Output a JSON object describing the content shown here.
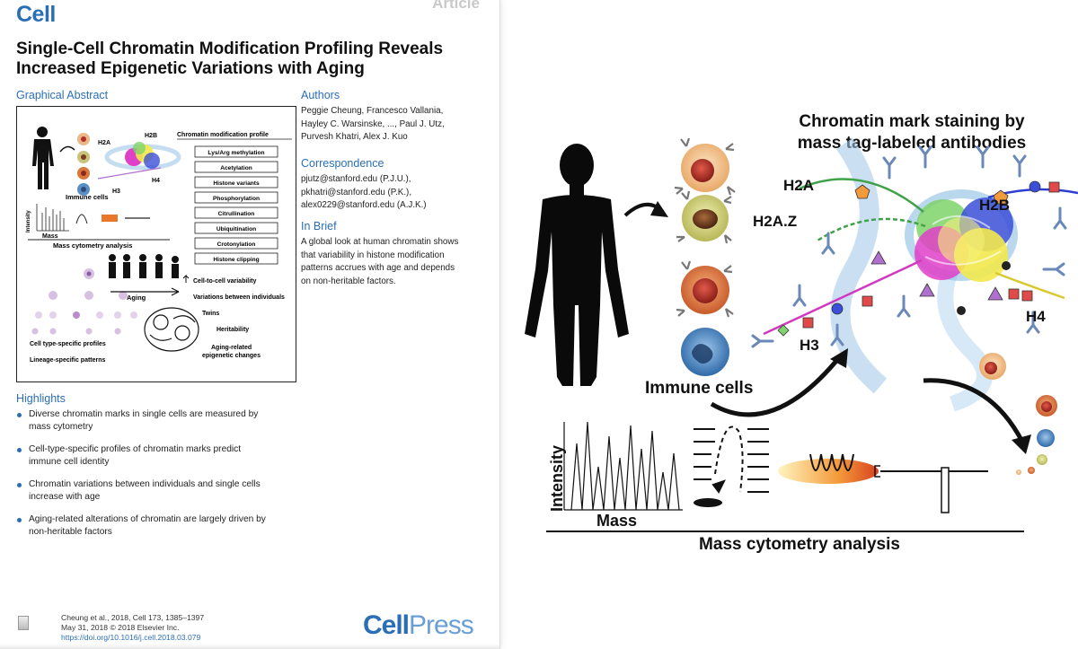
{
  "journal": "Cell",
  "article_tag": "Article",
  "title_line1": "Single-Cell Chromatin Modification Profiling Reveals",
  "title_line2": "Increased Epigenetic Variations with Aging",
  "sections": {
    "graphical_abstract": "Graphical Abstract",
    "authors": "Authors",
    "correspondence": "Correspondence",
    "in_brief": "In Brief",
    "highlights": "Highlights"
  },
  "authors_lines": [
    "Peggie Cheung, Francesco Vallania,",
    "Hayley C. Warsinske, ..., Paul J. Utz,",
    "Purvesh Khatri, Alex J. Kuo"
  ],
  "correspondence_lines": [
    "pjutz@stanford.edu (P.J.U.),",
    "pkhatri@stanford.edu (P.K.),",
    "alex0229@stanford.edu (A.J.K.)"
  ],
  "in_brief_lines": [
    "A global look at human chromatin shows",
    "that variability in histone modification",
    "patterns accrues with age and depends",
    "on non-heritable factors."
  ],
  "highlights": [
    [
      "Diverse chromatin marks in single cells are measured by",
      "mass cytometry"
    ],
    [
      "Cell-type-specific profiles of chromatin marks predict",
      "immune cell identity"
    ],
    [
      "Chromatin variations between individuals and single cells",
      "increase with age"
    ],
    [
      "Aging-related alterations of chromatin are largely driven by",
      "non-heritable factors"
    ]
  ],
  "graphical_abstract": {
    "labels": {
      "h2a": "H2A",
      "h2b": "H2B",
      "h3": "H3",
      "h4": "H4",
      "immune_cells": "Immune cells",
      "intensity": "Intensity",
      "mass": "Mass",
      "mass_cytometry": "Mass cytometry analysis",
      "profile_title": "Chromatin modification profile",
      "aging": "Aging",
      "cell_to_cell": "Cell-to-cell variability",
      "between_individuals": "Variations between individuals",
      "twins": "Twins",
      "heritability": "Heritability",
      "aging_related_1": "Aging-related",
      "aging_related_2": "epigenetic changes",
      "cell_type_profiles": "Cell type-specific profiles",
      "lineage_patterns": "Lineage-specific patterns"
    },
    "profile_items": [
      "Lys/Arg methylation",
      "Acetylation",
      "Histone variants",
      "Phosphorylation",
      "Citrullination",
      "Ubiquitination",
      "Crotonylation",
      "Histone clipping"
    ]
  },
  "footer": {
    "cite_line1": "Cheung et al., 2018, Cell 173, 1385–1397",
    "cite_line2": "May 31, 2018 © 2018 Elsevier Inc.",
    "doi": "https://doi.org/10.1016/j.cell.2018.03.079",
    "publisher_part1": "Cell",
    "publisher_part2": "Press"
  },
  "figure": {
    "title_line1": "Chromatin mark staining by",
    "title_line2": "mass tag-labeled antibodies",
    "h2a": "H2A",
    "h2az": "H2A.Z",
    "h2b": "H2B",
    "h3": "H3",
    "h4": "H4",
    "immune_cells": "Immune cells",
    "intensity": "Intensity",
    "mass": "Mass",
    "mass_cytometry": "Mass cytometry analysis"
  },
  "colors": {
    "accent_blue": "#2a6eb5",
    "nucleosome_yellow": "#f2e94b",
    "nucleosome_magenta": "#e040c8",
    "nucleosome_blue": "#3b4fd8",
    "nucleosome_green": "#7fd36a"
  }
}
